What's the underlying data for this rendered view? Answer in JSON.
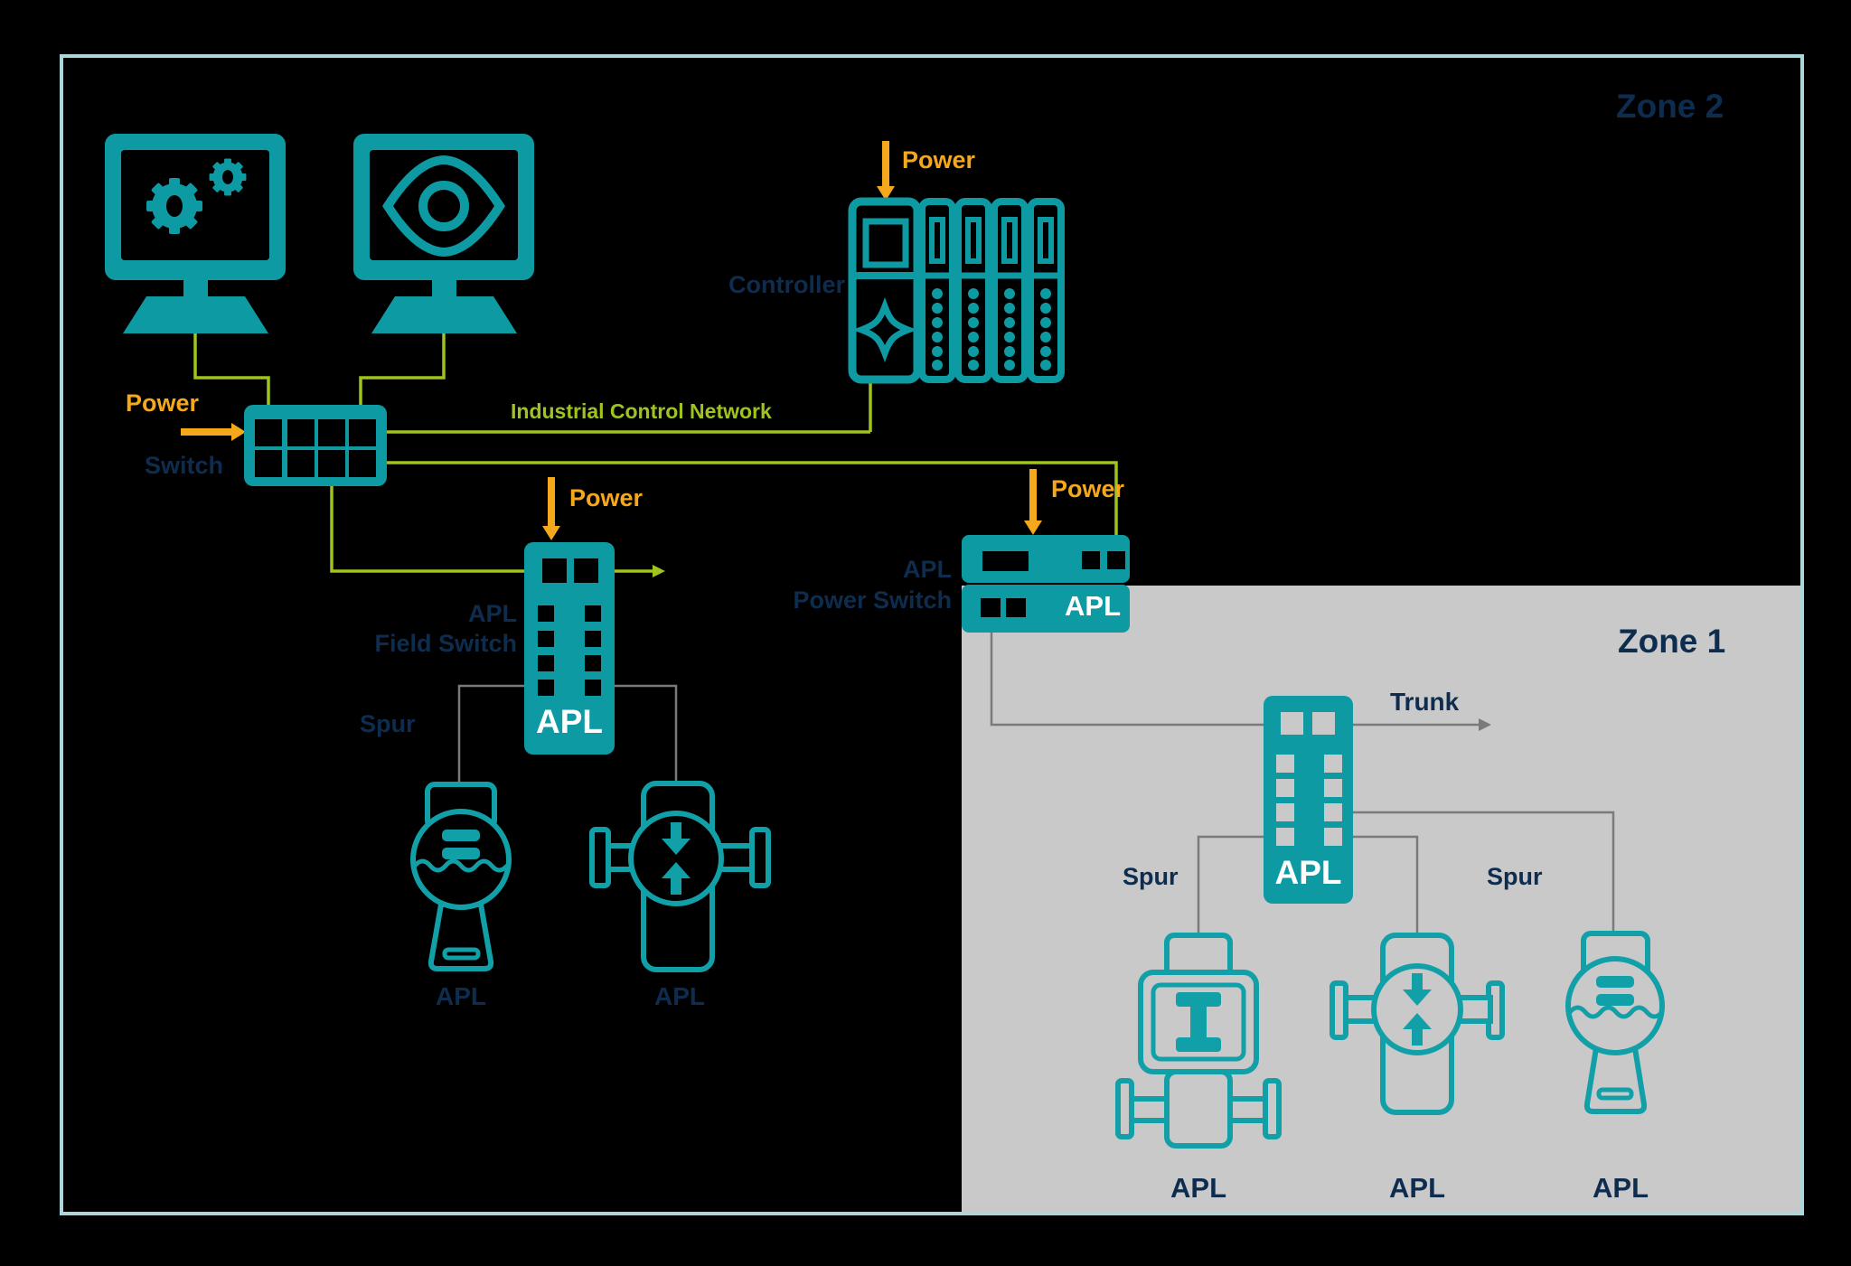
{
  "colors": {
    "background": "#000000",
    "frame_border": "#abd7da",
    "zone1_bg": "#c9c9c9",
    "teal": "#0e9aa2",
    "teal_device": "#11a0a8",
    "navy": "#0e2d4e",
    "orange": "#f6a81c",
    "green": "#9ec41d",
    "gray_line": "#7a7a7a",
    "port_dark": "#000000",
    "badge_text": "#ffffff"
  },
  "zone2": {
    "label": "Zone 2",
    "monitors": {
      "engineering_icon": "gears-icon",
      "operator_icon": "eye-icon"
    },
    "switch": {
      "power_label": "Power",
      "name": "Switch"
    },
    "controller": {
      "power_label": "Power",
      "name": "Controller"
    },
    "network_label": "Industrial Control Network",
    "field_switch": {
      "power_label": "Power",
      "name_line1": "APL",
      "name_line2": "Field Switch",
      "badge": "APL",
      "spur_label": "Spur"
    },
    "field_devices": [
      {
        "type": "level-meter",
        "label": "APL"
      },
      {
        "type": "dp-transmitter",
        "label": "APL"
      }
    ],
    "power_switch": {
      "power_label": "Power",
      "name_line1": "APL",
      "name_line2": "Power Switch",
      "badge": "APL"
    }
  },
  "zone1": {
    "label": "Zone 1",
    "trunk_label": "Trunk",
    "field_switch": {
      "badge": "APL"
    },
    "spur_labels": {
      "left": "Spur",
      "right": "Spur"
    },
    "field_devices": [
      {
        "type": "flow-meter",
        "label": "APL"
      },
      {
        "type": "dp-transmitter",
        "label": "APL"
      },
      {
        "type": "level-meter",
        "label": "APL"
      }
    ]
  }
}
